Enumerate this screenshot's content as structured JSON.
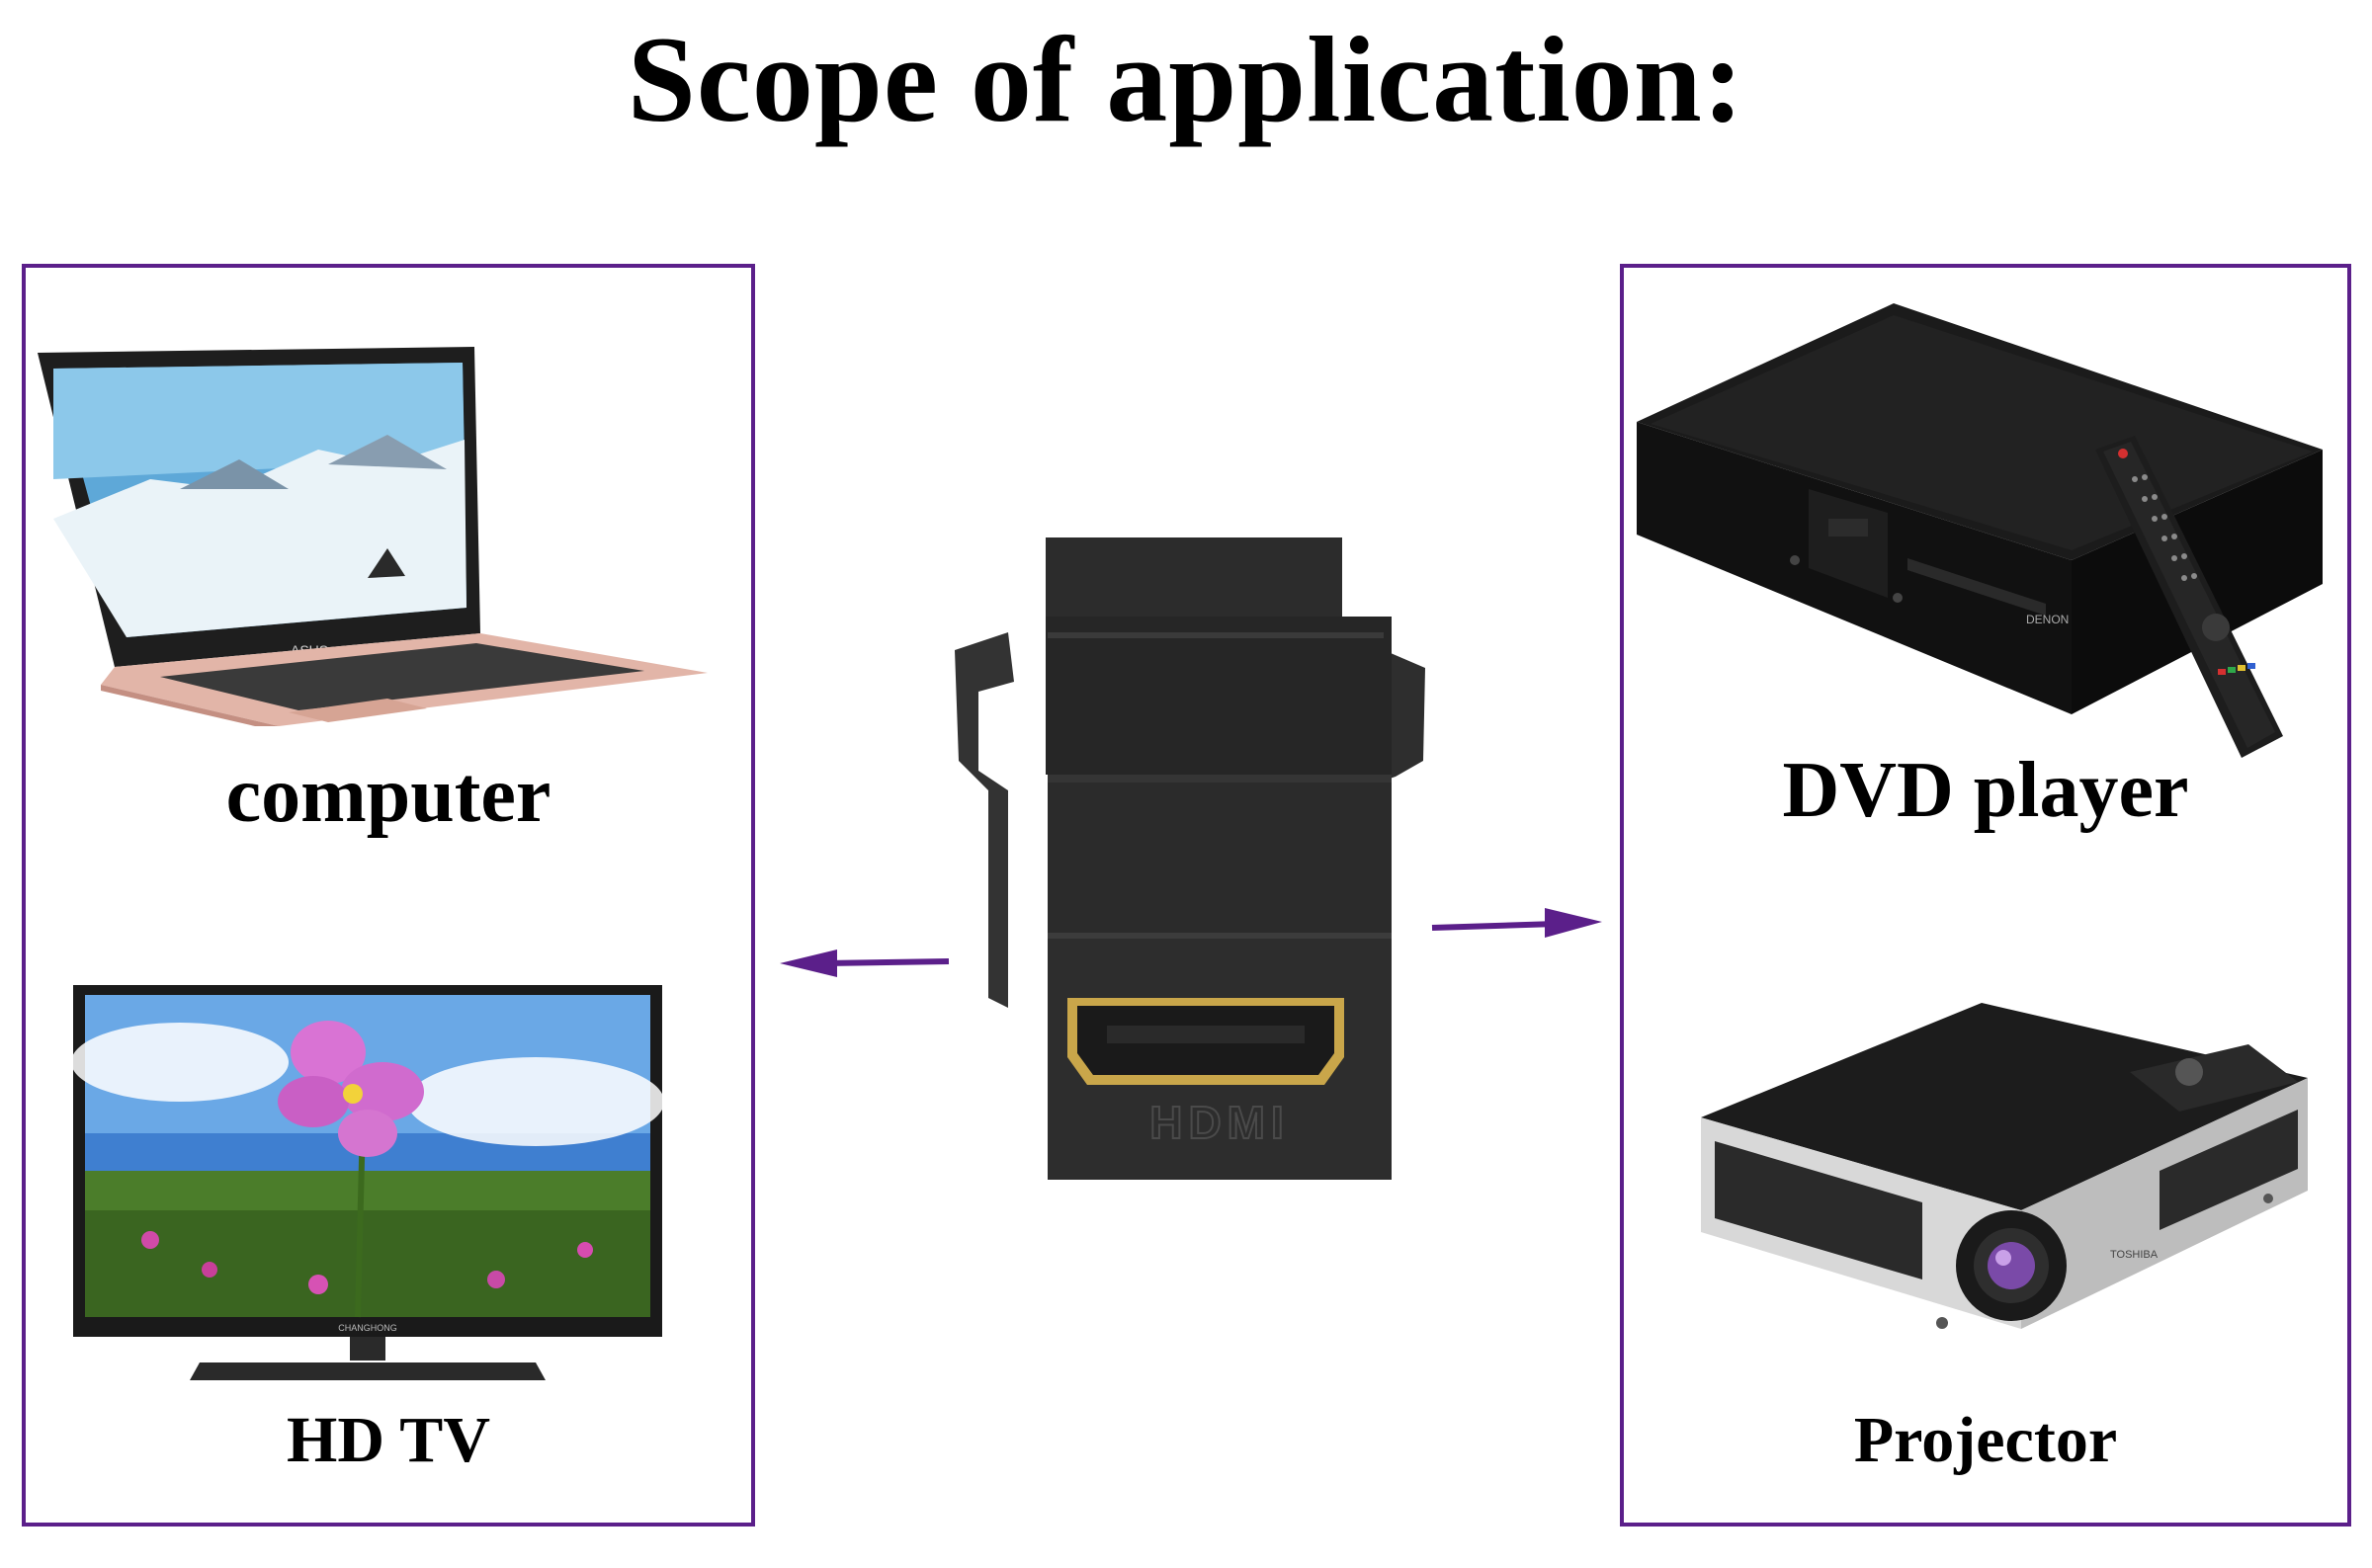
{
  "title": "Scope of application:",
  "devices": {
    "computer": {
      "label": "computer",
      "brand": "ASUS"
    },
    "hdtv": {
      "label": "HD TV",
      "brand": "CHANGHONG"
    },
    "dvd_player": {
      "label": "DVD player",
      "brand": "DENON"
    },
    "projector": {
      "label": "Projector",
      "brand": "TOSHIBA"
    }
  },
  "adapter": {
    "port_label": "HDMI"
  },
  "colors": {
    "panel_border": "#5b1f8a",
    "arrow": "#5b1f8a",
    "adapter_body": "#2b2b2b",
    "port_gold": "#c9a64a"
  },
  "icons": [
    "arrow-left-icon",
    "arrow-right-icon"
  ]
}
